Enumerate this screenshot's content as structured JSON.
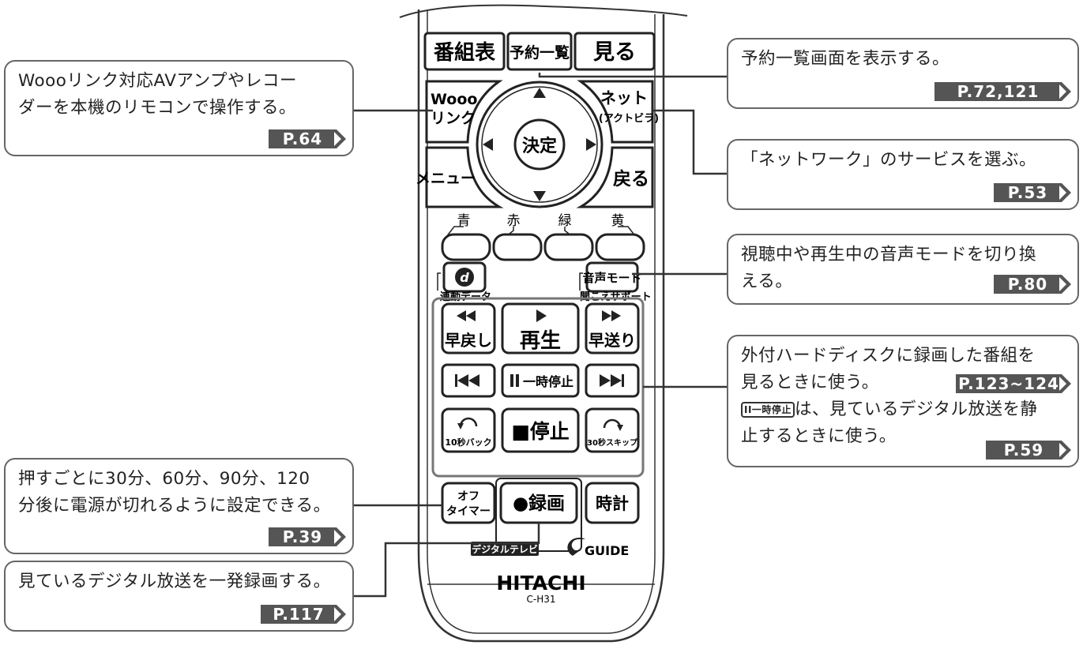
{
  "remote": {
    "buttons": {
      "bangumi": "番組表",
      "yoyaku": "予約一覧",
      "miru": "見る",
      "wooo": [
        "Wooo",
        "リンク"
      ],
      "net": [
        "ネット",
        "(アクトビラ)"
      ],
      "kettei": "決定",
      "menu": "メニュー",
      "modoru": "戻る",
      "color_labels": [
        "青",
        "赤",
        "緑",
        "黄"
      ],
      "d": "d",
      "renkei": "連動データ",
      "onsei": "音声モード",
      "kikoe": "聞こえサポート",
      "hayamodoshi": "早戻し",
      "saisei": "再生",
      "hayaokuri": "早送り",
      "ichiji": "一時停止",
      "back10": "10秒バック",
      "teishi": "■停止",
      "skip30": "30秒スキップ",
      "off_timer": [
        "オフ",
        "タイマー"
      ],
      "rokuga": "●録画",
      "tokei": "時計"
    },
    "logo_digital": "デジタルテレビ",
    "logo_gguide": "GUIDE",
    "brand": "HITACHI",
    "model": "C-H31"
  },
  "callouts": {
    "wooo": {
      "lines": [
        "Woooリンク対応AVアンプやレコー",
        "ダーを本機のリモコンで操作する。"
      ],
      "ref": "P.64"
    },
    "offtimer": {
      "lines": [
        "押すごとに30分、60分、90分、120",
        "分後に電源が切れるように設定できる。"
      ],
      "ref": "P.39"
    },
    "rokuga": {
      "lines": [
        "見ているデジタル放送を一発録画する。"
      ],
      "ref": "P.117"
    },
    "yoyaku": {
      "lines": [
        "予約一覧画面を表示する。"
      ],
      "ref": "P.72,121"
    },
    "network": {
      "lines": [
        "「ネットワーク」のサービスを選ぶ。"
      ],
      "ref": "P.53"
    },
    "onsei": {
      "lines": [
        "視聴中や再生中の音声モードを切り換",
        "える。"
      ],
      "ref": "P.80"
    },
    "hdd": {
      "lines": [
        "外付ハードディスクに録画した番組を",
        "見るときに使う。"
      ],
      "ref": "P.123~124",
      "key": "II一時停止",
      "line3": "は、見ているデジタル放送を静",
      "line4": "止するときに使う。",
      "ref2": "P.59"
    }
  }
}
